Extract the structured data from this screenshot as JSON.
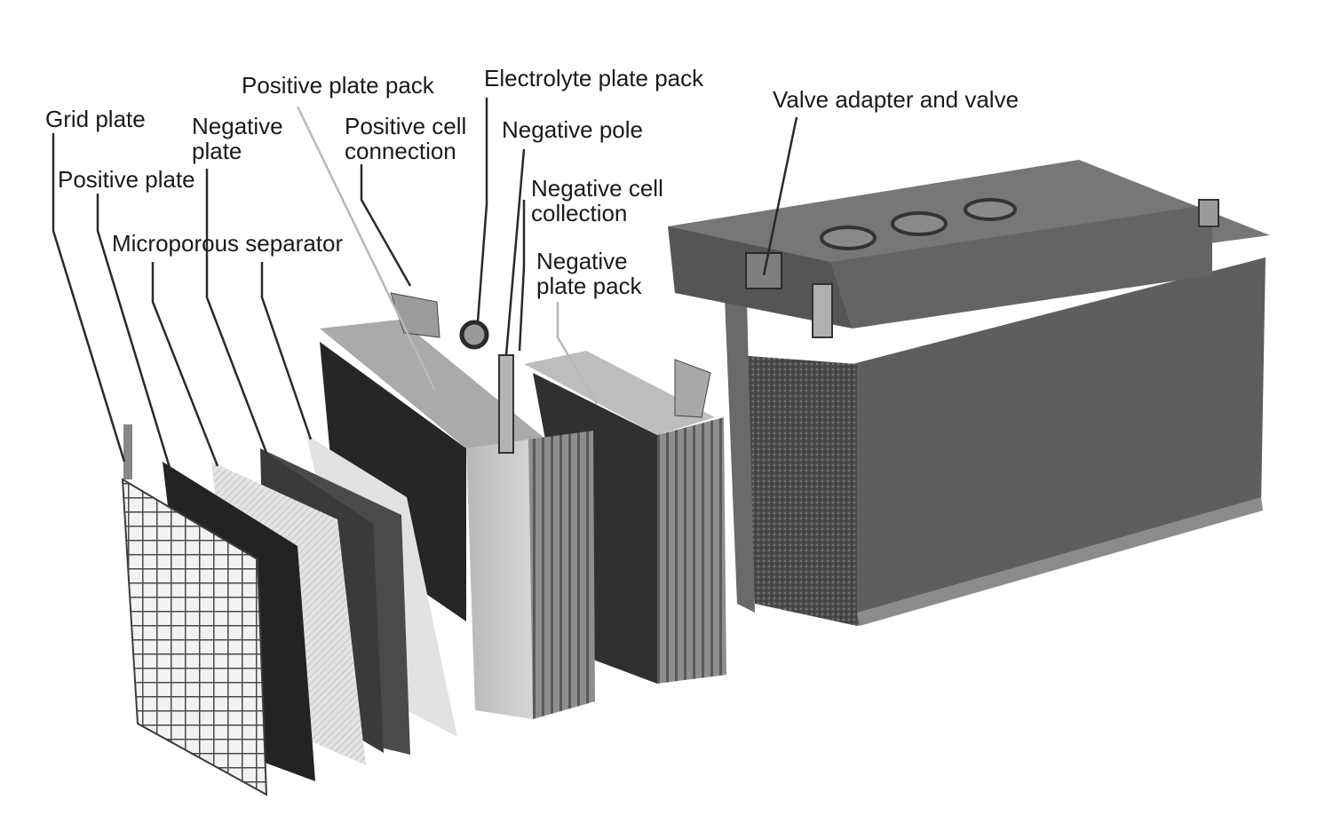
{
  "labels": {
    "grid_plate": "Grid plate",
    "positive_plate": "Positive plate",
    "negative_plate_line1": "Negative",
    "negative_plate_line2": "plate",
    "microporous_separator": "Microporous separator",
    "positive_plate_pack": "Positive plate pack",
    "positive_cell_connection_line1": "Positive cell",
    "positive_cell_connection_line2": "connection",
    "electrolyte_plate_pack": "Electrolyte plate pack",
    "negative_pole": "Negative pole",
    "negative_cell_collection_line1": "Negative cell",
    "negative_cell_collection_line2": "collection",
    "negative_plate_pack_line1": "Negative",
    "negative_plate_pack_line2": "plate pack",
    "valve_adapter": "Valve adapter and valve"
  },
  "colors": {
    "text": "#1a1a1a",
    "leader": "#2a2a2a",
    "case_side": "#5c5c5c",
    "case_top": "#6e6e6e",
    "plate_dark": "#2b2b2b",
    "plate_light": "#d8d8d8"
  }
}
